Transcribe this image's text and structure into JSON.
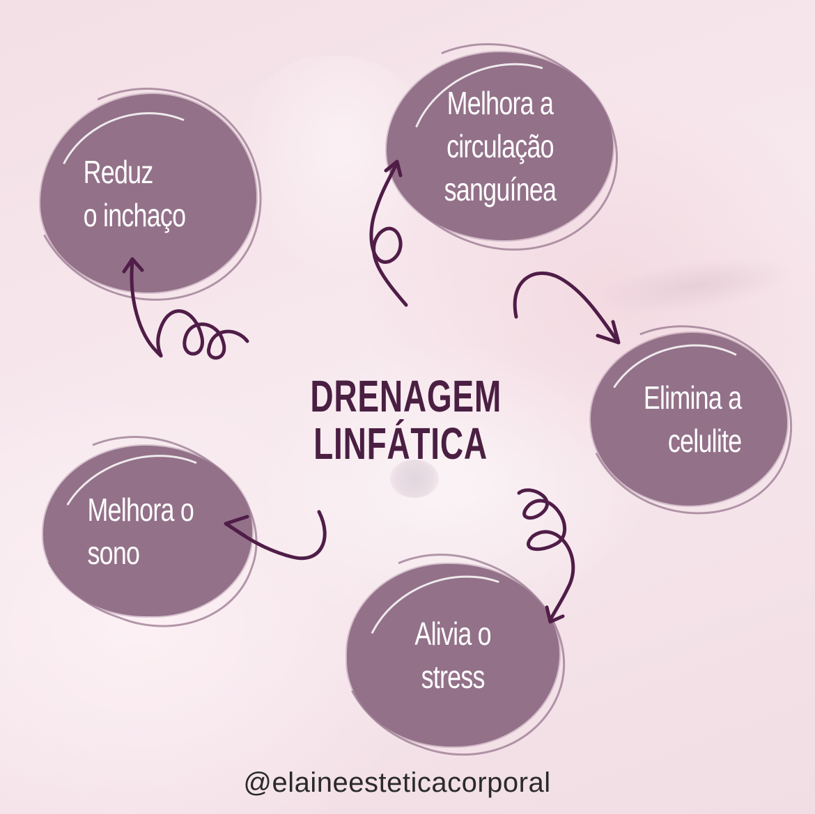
{
  "title": "DRENAGEM\nLINFÁTICA",
  "benefits": [
    {
      "label": "Reduz\no inchaço"
    },
    {
      "label": "Melhora a\ncirculação\nsanguínea"
    },
    {
      "label": "Elimina a\ncelulite"
    },
    {
      "label": "Melhora o\nsono"
    },
    {
      "label": "Alivia o\nstress"
    }
  ],
  "footer": {
    "handle": "@elaineesteticacorporal"
  },
  "colors": {
    "bubble": "#937189",
    "title": "#4a1f42",
    "arrow": "#4f1d47",
    "background": "#f6e6ec"
  },
  "icons": [
    "arrow-icon"
  ]
}
